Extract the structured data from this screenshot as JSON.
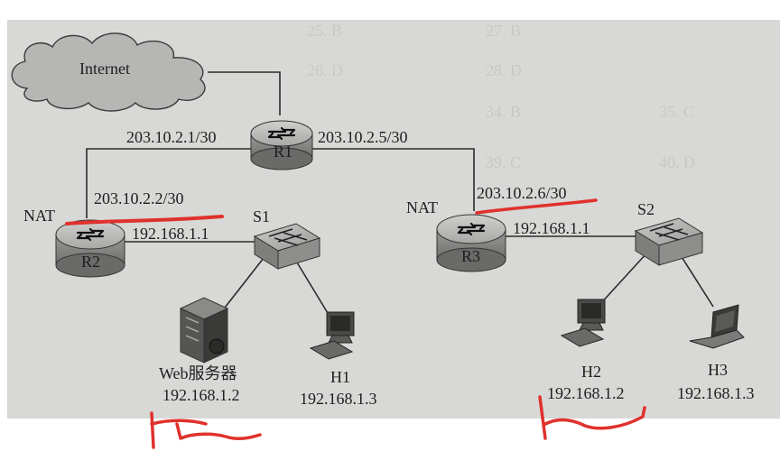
{
  "diagram": {
    "background_color": "#d8d8d6",
    "annotation_color": "#e0312c",
    "nodes": {
      "internet": {
        "label": "Internet",
        "icon": "cloud-icon"
      },
      "r1": {
        "label": "R1",
        "icon": "router-icon"
      },
      "r2": {
        "label": "R2",
        "icon": "router-icon",
        "tag": "NAT"
      },
      "r3": {
        "label": "R3",
        "icon": "router-icon",
        "tag": "NAT"
      },
      "s1": {
        "label": "S1",
        "icon": "switch-icon"
      },
      "s2": {
        "label": "S2",
        "icon": "switch-icon"
      },
      "web": {
        "label": "Web服务器",
        "ip": "192.168.1.2",
        "icon": "server-icon"
      },
      "h1": {
        "label": "H1",
        "ip": "192.168.1.3",
        "icon": "desktop-pc-icon"
      },
      "h2": {
        "label": "H2",
        "ip": "192.168.1.2",
        "icon": "desktop-pc-icon"
      },
      "h3": {
        "label": "H3",
        "ip": "192.168.1.3",
        "icon": "laptop-icon"
      }
    },
    "interfaces": {
      "r1_r2": "203.10.2.1/30",
      "r1_r3": "203.10.2.5/30",
      "r2_wan": "203.10.2.2/30",
      "r3_wan": "203.10.2.6/30",
      "r2_lan": "192.168.1.1",
      "r3_lan": "192.168.1.1"
    },
    "background_text": [
      "25. B",
      "26. D",
      "27. B",
      "28. D",
      "34. B",
      "35. C",
      "39. C",
      "40. D"
    ]
  }
}
